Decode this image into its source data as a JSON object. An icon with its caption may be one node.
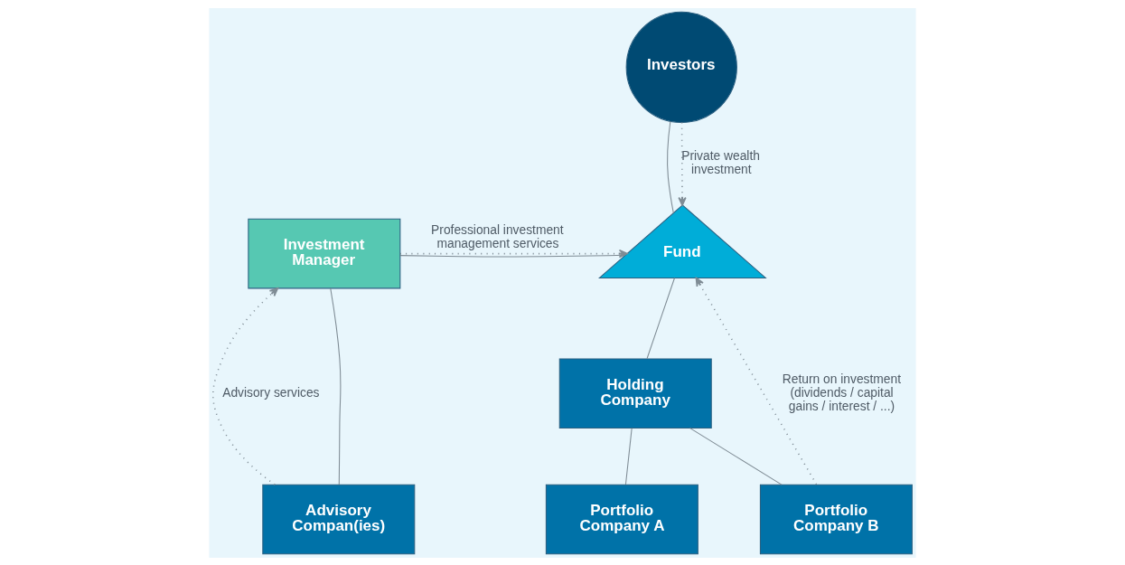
{
  "diagram": {
    "nodes": [
      {
        "text": [
          "Investors"
        ]
      },
      {
        "text": [
          "Investment Manager"
        ]
      },
      {
        "text": [
          "Fund"
        ]
      },
      {
        "text": [
          "Holding Company"
        ]
      },
      {
        "text": [
          "Advisory Compan(ies)"
        ]
      },
      {
        "text": [
          "Portfolio Company A"
        ]
      },
      {
        "text": [
          "Portfolio Company B"
        ]
      }
    ],
    "edges": [
      {
        "from": 0,
        "to": 2,
        "arrow": "none"
      },
      {
        "from": 0,
        "to": 2,
        "arrow": "to",
        "style": "dashed",
        "label": "Private wealth investment"
      },
      {
        "from": 1,
        "to": 2,
        "arrow": "to",
        "style": "dashed",
        "label": "Professional investment management services"
      },
      {
        "from": 1,
        "to": 2,
        "arrow": "none"
      },
      {
        "from": 2,
        "to": 3,
        "arrow": "none"
      },
      {
        "from": 3,
        "to": 5,
        "arrow": "none"
      },
      {
        "from": 3,
        "to": 6,
        "arrow": "none"
      },
      {
        "from": 4,
        "to": 1,
        "arrow": "none"
      },
      {
        "from": 4,
        "to": 1,
        "arrow": "to",
        "style": "dashed",
        "label": "Advisory services"
      },
      {
        "from": 6,
        "to": 2,
        "arrow": "to",
        "style": "dashed",
        "label": "Return on investment (dividends / capital gains / interest / ...)"
      }
    ]
  }
}
